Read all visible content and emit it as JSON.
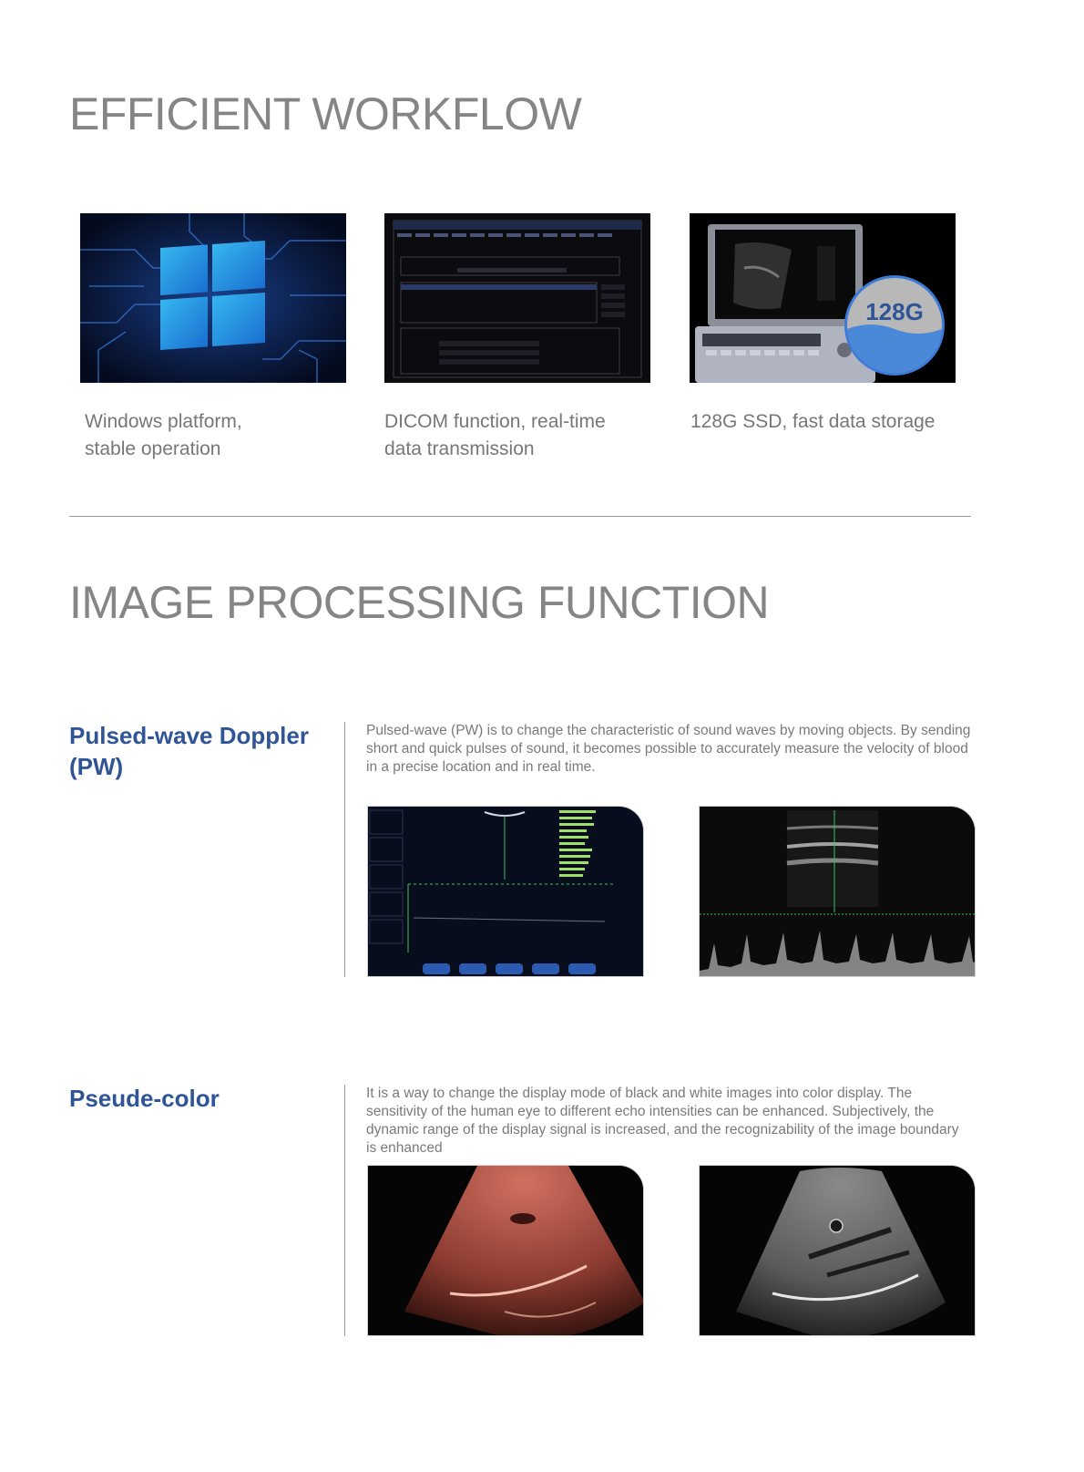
{
  "workflow": {
    "title": "EFFICIENT WORKFLOW",
    "cards": [
      {
        "caption_line1": "Windows platform,",
        "caption_line2": "stable operation"
      },
      {
        "caption_line1": "DICOM function, real-time",
        "caption_line2": "data transmission"
      },
      {
        "caption_line1": "128G SSD, fast data storage",
        "caption_line2": ""
      }
    ],
    "ssd_badge": "128G"
  },
  "processing": {
    "title": "IMAGE PROCESSING FUNCTION",
    "pw": {
      "title_line1": "Pulsed-wave Doppler",
      "title_line2": "(PW)",
      "text": "Pulsed-wave (PW) is to change the characteristic of sound waves by moving objects. By sending short and quick pulses of sound, it becomes possible to accurately measure the velocity of blood in a precise location and in real time."
    },
    "pseudo": {
      "title": "Pseude-color",
      "text": "It is a way to change the display mode of black and white images into color display.  The sensitivity of the human eye to different echo intensities can be enhanced. Subjectively, the dynamic range of the display signal is increased, and the recognizability of the image boundary is enhanced"
    }
  },
  "colors": {
    "accent": "#2f5597",
    "heading": "#858585",
    "text": "#7a7a7a"
  }
}
